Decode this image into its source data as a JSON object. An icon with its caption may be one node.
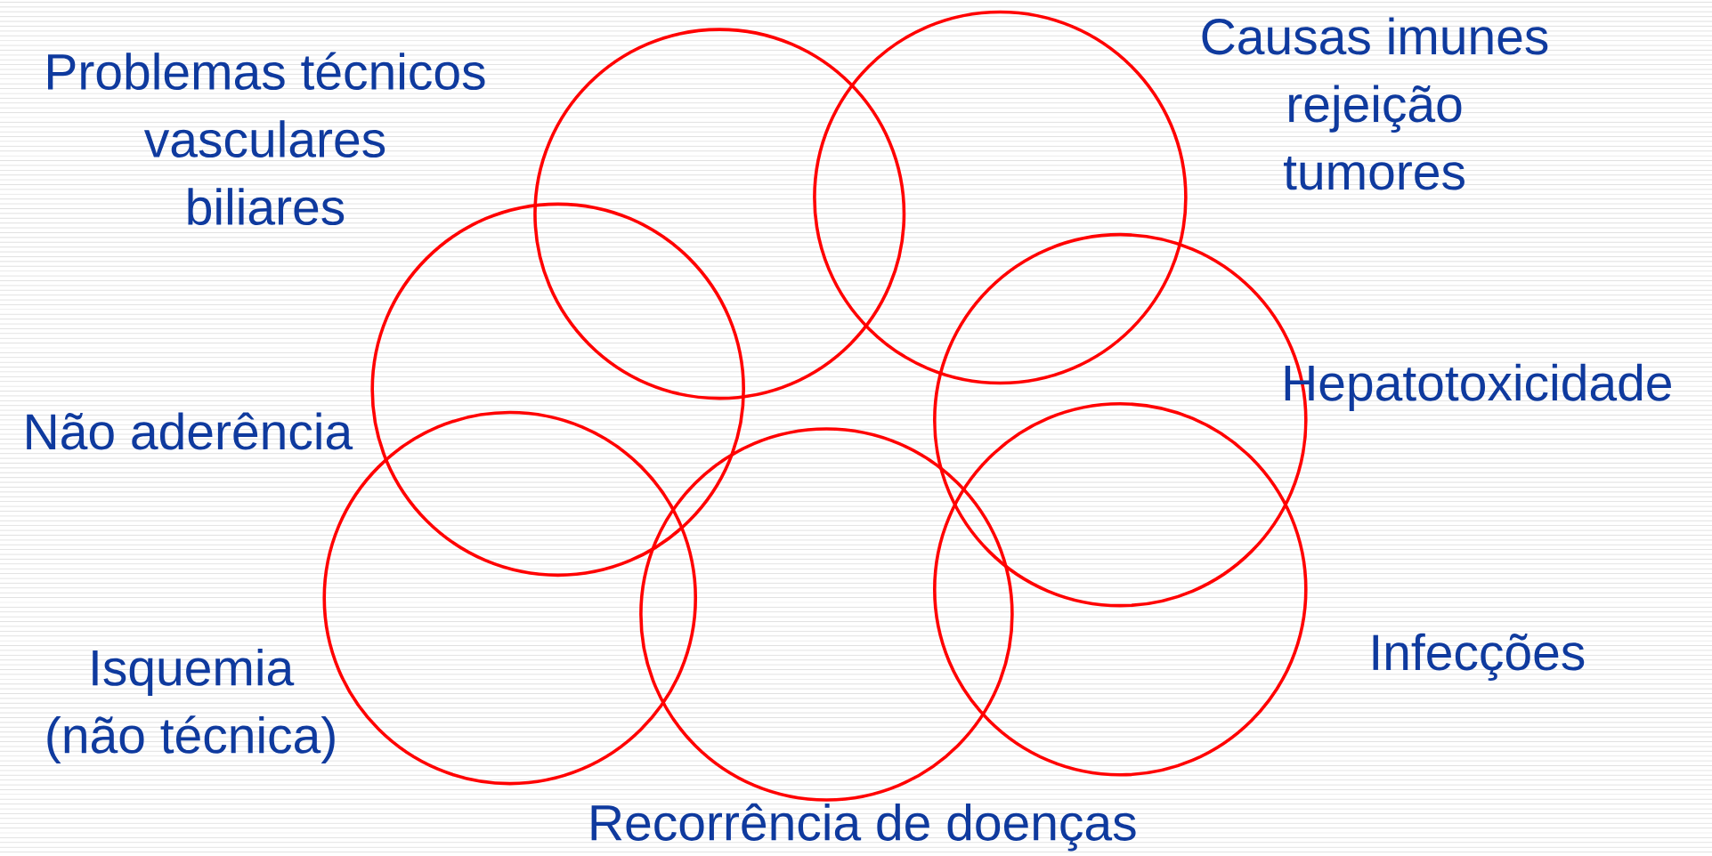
{
  "diagram": {
    "nodes": [
      {
        "text": [],
        "shape": "circle",
        "beside": [
          "Problemas técnicos",
          "vasculares",
          "biliares"
        ]
      },
      {
        "text": [],
        "shape": "circle",
        "beside": [
          "Causas imunes",
          "rejeição",
          "tumores"
        ]
      },
      {
        "text": [],
        "shape": "circle",
        "beside": [
          "Não aderência"
        ]
      },
      {
        "text": [],
        "shape": "circle",
        "beside": [
          "Hepatotoxicidade"
        ]
      },
      {
        "text": [],
        "shape": "circle",
        "beside": [
          "Isquemia",
          "(não técnica)"
        ]
      },
      {
        "text": [],
        "shape": "circle",
        "beside": [
          "Recorrência de doenças"
        ]
      },
      {
        "text": [],
        "shape": "circle",
        "beside": [
          "Infecções"
        ]
      }
    ]
  }
}
